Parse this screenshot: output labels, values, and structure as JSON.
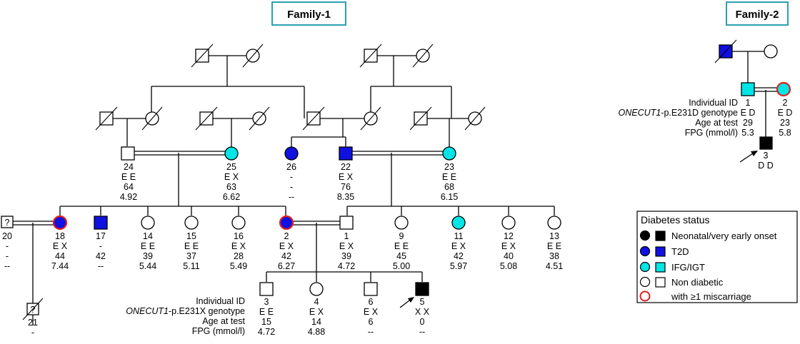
{
  "colors": {
    "t2d": "#1010e0",
    "ifg": "#00e6e6",
    "neonatal": "#000000",
    "miscarriage": "#e02020",
    "box_border": "#2aa0b0"
  },
  "family1": {
    "title": "Family-1",
    "row_labels": [
      "Individual ID",
      "ONECUT1-p.E231X genotype",
      "Age at test",
      "FPG (mmol/l)"
    ],
    "row_labels_italic_prefix": "ONECUT1",
    "row_labels_rest": "-p.E231X genotype",
    "individuals": {
      "i24": {
        "id": "24",
        "gt": "E E",
        "age": "64",
        "fpg": "4.92"
      },
      "i25": {
        "id": "25",
        "gt": "E X",
        "age": "63",
        "fpg": "6.62"
      },
      "i26": {
        "id": "26",
        "gt": "-",
        "age": "-",
        "fpg": "--"
      },
      "i22": {
        "id": "22",
        "gt": "E X",
        "age": "76",
        "fpg": "8.35"
      },
      "i23": {
        "id": "23",
        "gt": "E E",
        "age": "68",
        "fpg": "6.15"
      },
      "i20": {
        "id": "20",
        "gt": "-",
        "age": "-",
        "fpg": "--"
      },
      "i18": {
        "id": "18",
        "gt": "E X",
        "age": "44",
        "fpg": "7.44"
      },
      "i17": {
        "id": "17",
        "gt": "-",
        "age": "42",
        "fpg": "--"
      },
      "i14": {
        "id": "14",
        "gt": "E E",
        "age": "39",
        "fpg": "5.44"
      },
      "i15": {
        "id": "15",
        "gt": "E E",
        "age": "37",
        "fpg": "5.11"
      },
      "i16": {
        "id": "16",
        "gt": "E X",
        "age": "28",
        "fpg": "5.49"
      },
      "i2": {
        "id": "2",
        "gt": "E X",
        "age": "42",
        "fpg": "6.27"
      },
      "i1": {
        "id": "1",
        "gt": "E X",
        "age": "39",
        "fpg": "4.72"
      },
      "i9": {
        "id": "9",
        "gt": "E E",
        "age": "45",
        "fpg": "5.00"
      },
      "i11": {
        "id": "11",
        "gt": "E X",
        "age": "42",
        "fpg": "5.97"
      },
      "i12": {
        "id": "12",
        "gt": "E X",
        "age": "40",
        "fpg": "5.08"
      },
      "i13": {
        "id": "13",
        "gt": "E E",
        "age": "38",
        "fpg": "4.51"
      },
      "i21": {
        "id": "21",
        "gt": "-",
        "age": "-",
        "fpg": "--"
      },
      "i3": {
        "id": "3",
        "gt": "E E",
        "age": "15",
        "fpg": "4.72"
      },
      "i4": {
        "id": "4",
        "gt": "E X",
        "age": "14",
        "fpg": "4.88"
      },
      "i6": {
        "id": "6",
        "gt": "E X",
        "age": "6",
        "fpg": "--"
      },
      "i5": {
        "id": "5",
        "gt": "X X",
        "age": "0",
        "fpg": "--"
      }
    },
    "unknown_mark": "?"
  },
  "family2": {
    "title": "Family-2",
    "row_labels": [
      "Individual ID",
      "ONECUT1-p.E231D genotype",
      "Age at test",
      "FPG (mmol/l)"
    ],
    "row_labels_italic_prefix": "ONECUT1",
    "row_labels_rest": "-p.E231D genotype",
    "individuals": {
      "i1": {
        "id": "1",
        "gt": "E D",
        "age": "29",
        "fpg": "5.3"
      },
      "i2": {
        "id": "2",
        "gt": "E D",
        "age": "23",
        "fpg": "5.8"
      },
      "i3": {
        "id": "3",
        "gt": "D D"
      }
    }
  },
  "legend": {
    "title": "Diabetes status",
    "items": [
      "Neonatal/very early onset",
      "T2D",
      "IFG/IGT",
      "Non diabetic",
      "with ≥1 miscarriage"
    ]
  }
}
